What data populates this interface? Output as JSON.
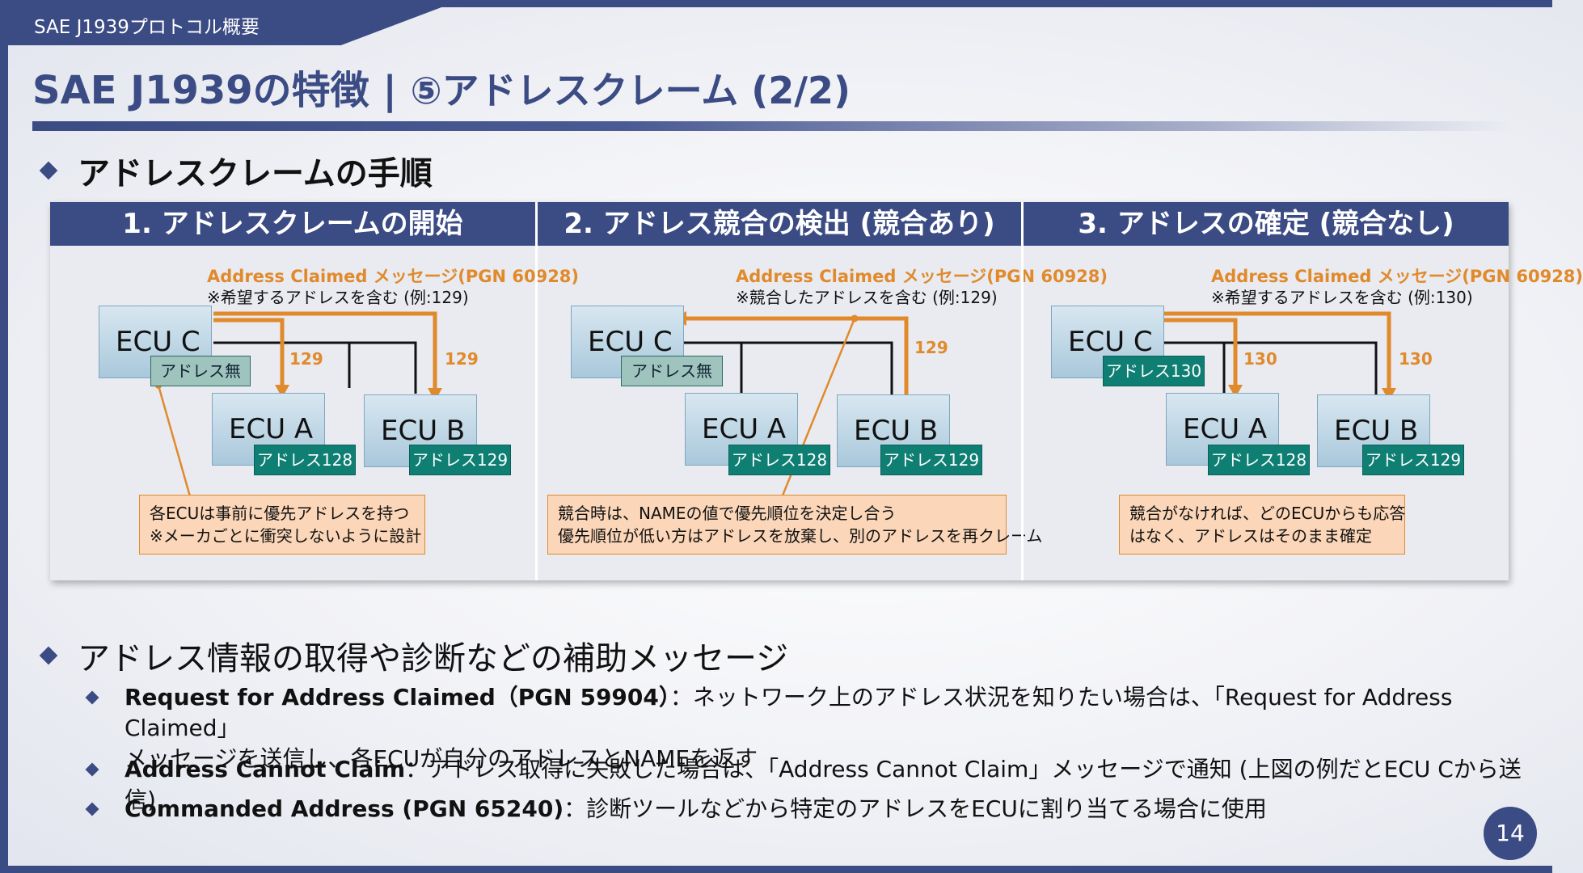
{
  "header": {
    "tab_label": "SAE J1939プロトコル概要"
  },
  "title": {
    "main": "SAE J1939の特徴",
    "separator": " | ",
    "sub": "⑤アドレスクレーム (2/2)"
  },
  "section1": {
    "heading": "アドレスクレームの手順"
  },
  "steps": [
    {
      "header": "1. アドレスクレームの開始",
      "message": "Address Claimed メッセージ(PGN 60928)",
      "message_note": "※希望するアドレスを含む (例:129)",
      "ecu_c": "ECU C",
      "ecu_c_addr": "アドレス無",
      "ecu_a": "ECU A",
      "ecu_a_addr": "アドレス128",
      "ecu_b": "ECU B",
      "ecu_b_addr": "アドレス129",
      "num_left": "129",
      "num_right": "129",
      "note_lines": [
        "各ECUは事前に優先アドレスを持つ",
        "※メーカごとに衝突しないように設計"
      ]
    },
    {
      "header": "2. アドレス競合の検出 (競合あり)",
      "message": "Address Claimed メッセージ(PGN 60928)",
      "message_note": "※競合したアドレスを含む (例:129)",
      "ecu_c": "ECU C",
      "ecu_c_addr": "アドレス無",
      "ecu_a": "ECU A",
      "ecu_a_addr": "アドレス128",
      "ecu_b": "ECU B",
      "ecu_b_addr": "アドレス129",
      "num_right": "129",
      "note_lines": [
        "競合時は、NAMEの値で優先順位を決定し合う",
        "優先順位が低い方はアドレスを放棄し、別のアドレスを再クレーム"
      ]
    },
    {
      "header": "3. アドレスの確定 (競合なし)",
      "message": "Address Claimed メッセージ(PGN 60928)",
      "message_note": "※希望するアドレスを含む (例:130)",
      "ecu_c": "ECU C",
      "ecu_c_addr": "アドレス130",
      "ecu_a": "ECU A",
      "ecu_a_addr": "アドレス128",
      "ecu_b": "ECU B",
      "ecu_b_addr": "アドレス129",
      "num_left": "130",
      "num_right": "130",
      "note_lines": [
        "競合がなければ、どのECUからも応答",
        "はなく、アドレスはそのまま確定"
      ]
    }
  ],
  "section2": {
    "heading": "アドレス情報の取得や診断などの補助メッセージ"
  },
  "sub_bullets": [
    {
      "term": "Request for Address Claimed（PGN 59904）",
      "desc": "：ネットワーク上のアドレス状況を知りたい場合は、「Request for Address Claimed」",
      "desc2": "メッセージを送信し、各ECUが自分のアドレスとNAMEを返す"
    },
    {
      "term": "Address Cannot Claim",
      "desc": "：アドレス取得に失敗した場合は、「Address Cannot Claim」メッセージで通知 (上図の例だとECU Cから送信)"
    },
    {
      "term": "Commanded Address (PGN 65240)",
      "desc": "：診断ツールなどから特定のアドレスをECUに割り当てる場合に使用"
    }
  ],
  "page_number": "14",
  "colors": {
    "navy": "#3b4b84",
    "orange": "#e08a2c",
    "teal": "#0f7f74",
    "note_bg": "#fbd6b8"
  }
}
